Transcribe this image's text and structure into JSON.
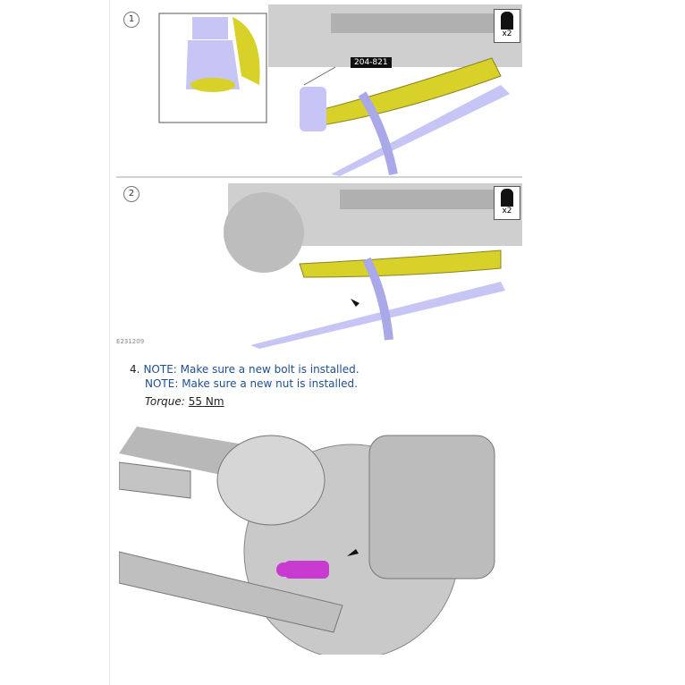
{
  "figure1": {
    "step_number": "1",
    "tool_label": "204-821",
    "persons_label": "x2",
    "icon": "two-person-icon"
  },
  "figure2": {
    "step_number": "2",
    "persons_label": "x2",
    "icon": "two-person-icon",
    "reference": "E231209"
  },
  "step": {
    "number": "4.",
    "notes": [
      "NOTE: Make sure a new bolt is installed.",
      "NOTE: Make sure a new nut is installed."
    ],
    "torque_label": "Torque:",
    "torque_value": "55 Nm"
  },
  "colors": {
    "note_text": "#1f4f8f",
    "highlight_yellow": "#d8d12a",
    "tool_blue": "#b9b8f2",
    "fastener_magenta": "#c83ad0"
  }
}
